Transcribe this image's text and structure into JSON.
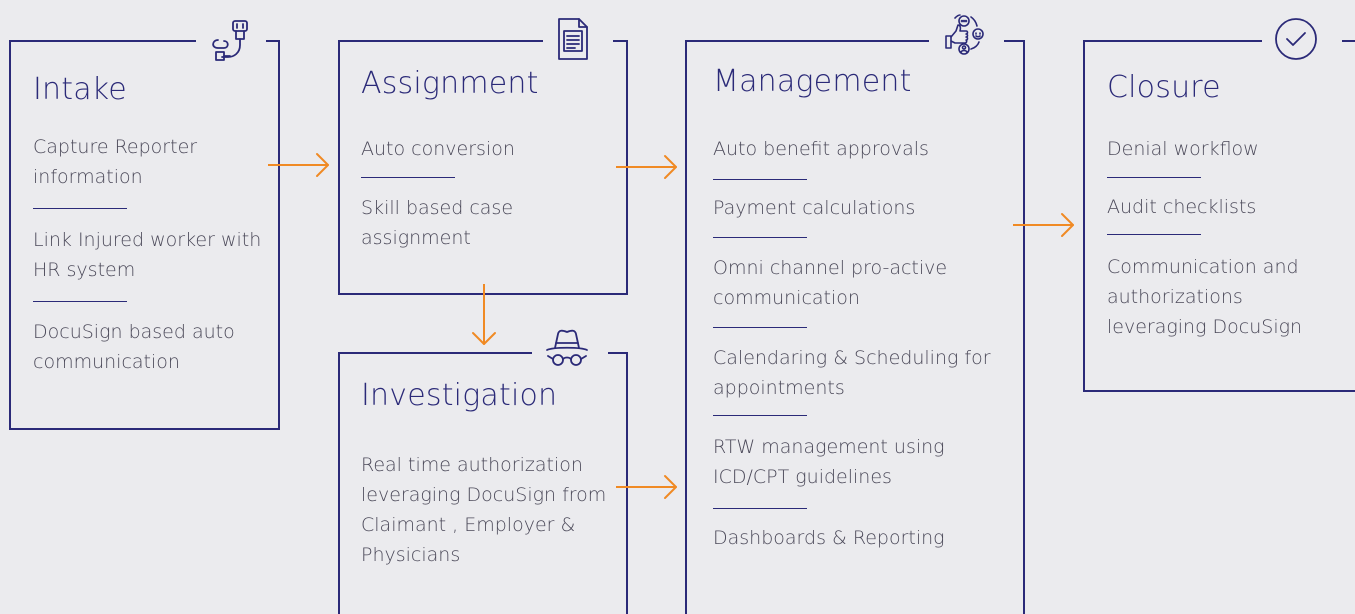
{
  "intake": {
    "title": "Intake",
    "items": [
      "Capture Reporter information",
      "Link Injured worker with HR system",
      "DocuSign based auto communication"
    ],
    "icon": "pipe-plug-icon"
  },
  "assignment": {
    "title": "Assignment",
    "items": [
      "Auto conversion",
      "Skill based case assignment"
    ],
    "icon": "document-icon"
  },
  "investigation": {
    "title": "Investigation",
    "items": [
      "Real time authorization leveraging DocuSign from Claimant , Employer & Physicians"
    ],
    "icon": "hat-glasses-icon"
  },
  "management": {
    "title": "Management",
    "items": [
      "Auto benefit approvals",
      "Payment calculations",
      "Omni channel pro-active communication",
      "Calendaring & Scheduling for appointments",
      "RTW management using ICD/CPT guidelines",
      "Dashboards & Reporting"
    ],
    "icon": "thumbs-up-communication-icon"
  },
  "closure": {
    "title": "Closure",
    "items": [
      "Denial workflow",
      "Audit checklists",
      "Communication and authorizations leveraging DocuSign"
    ],
    "icon": "checkmark-circle-icon"
  },
  "colors": {
    "border": "#2b2a78",
    "arrow": "#f08a24",
    "text": "#4b4959",
    "background": "#ebebee"
  }
}
